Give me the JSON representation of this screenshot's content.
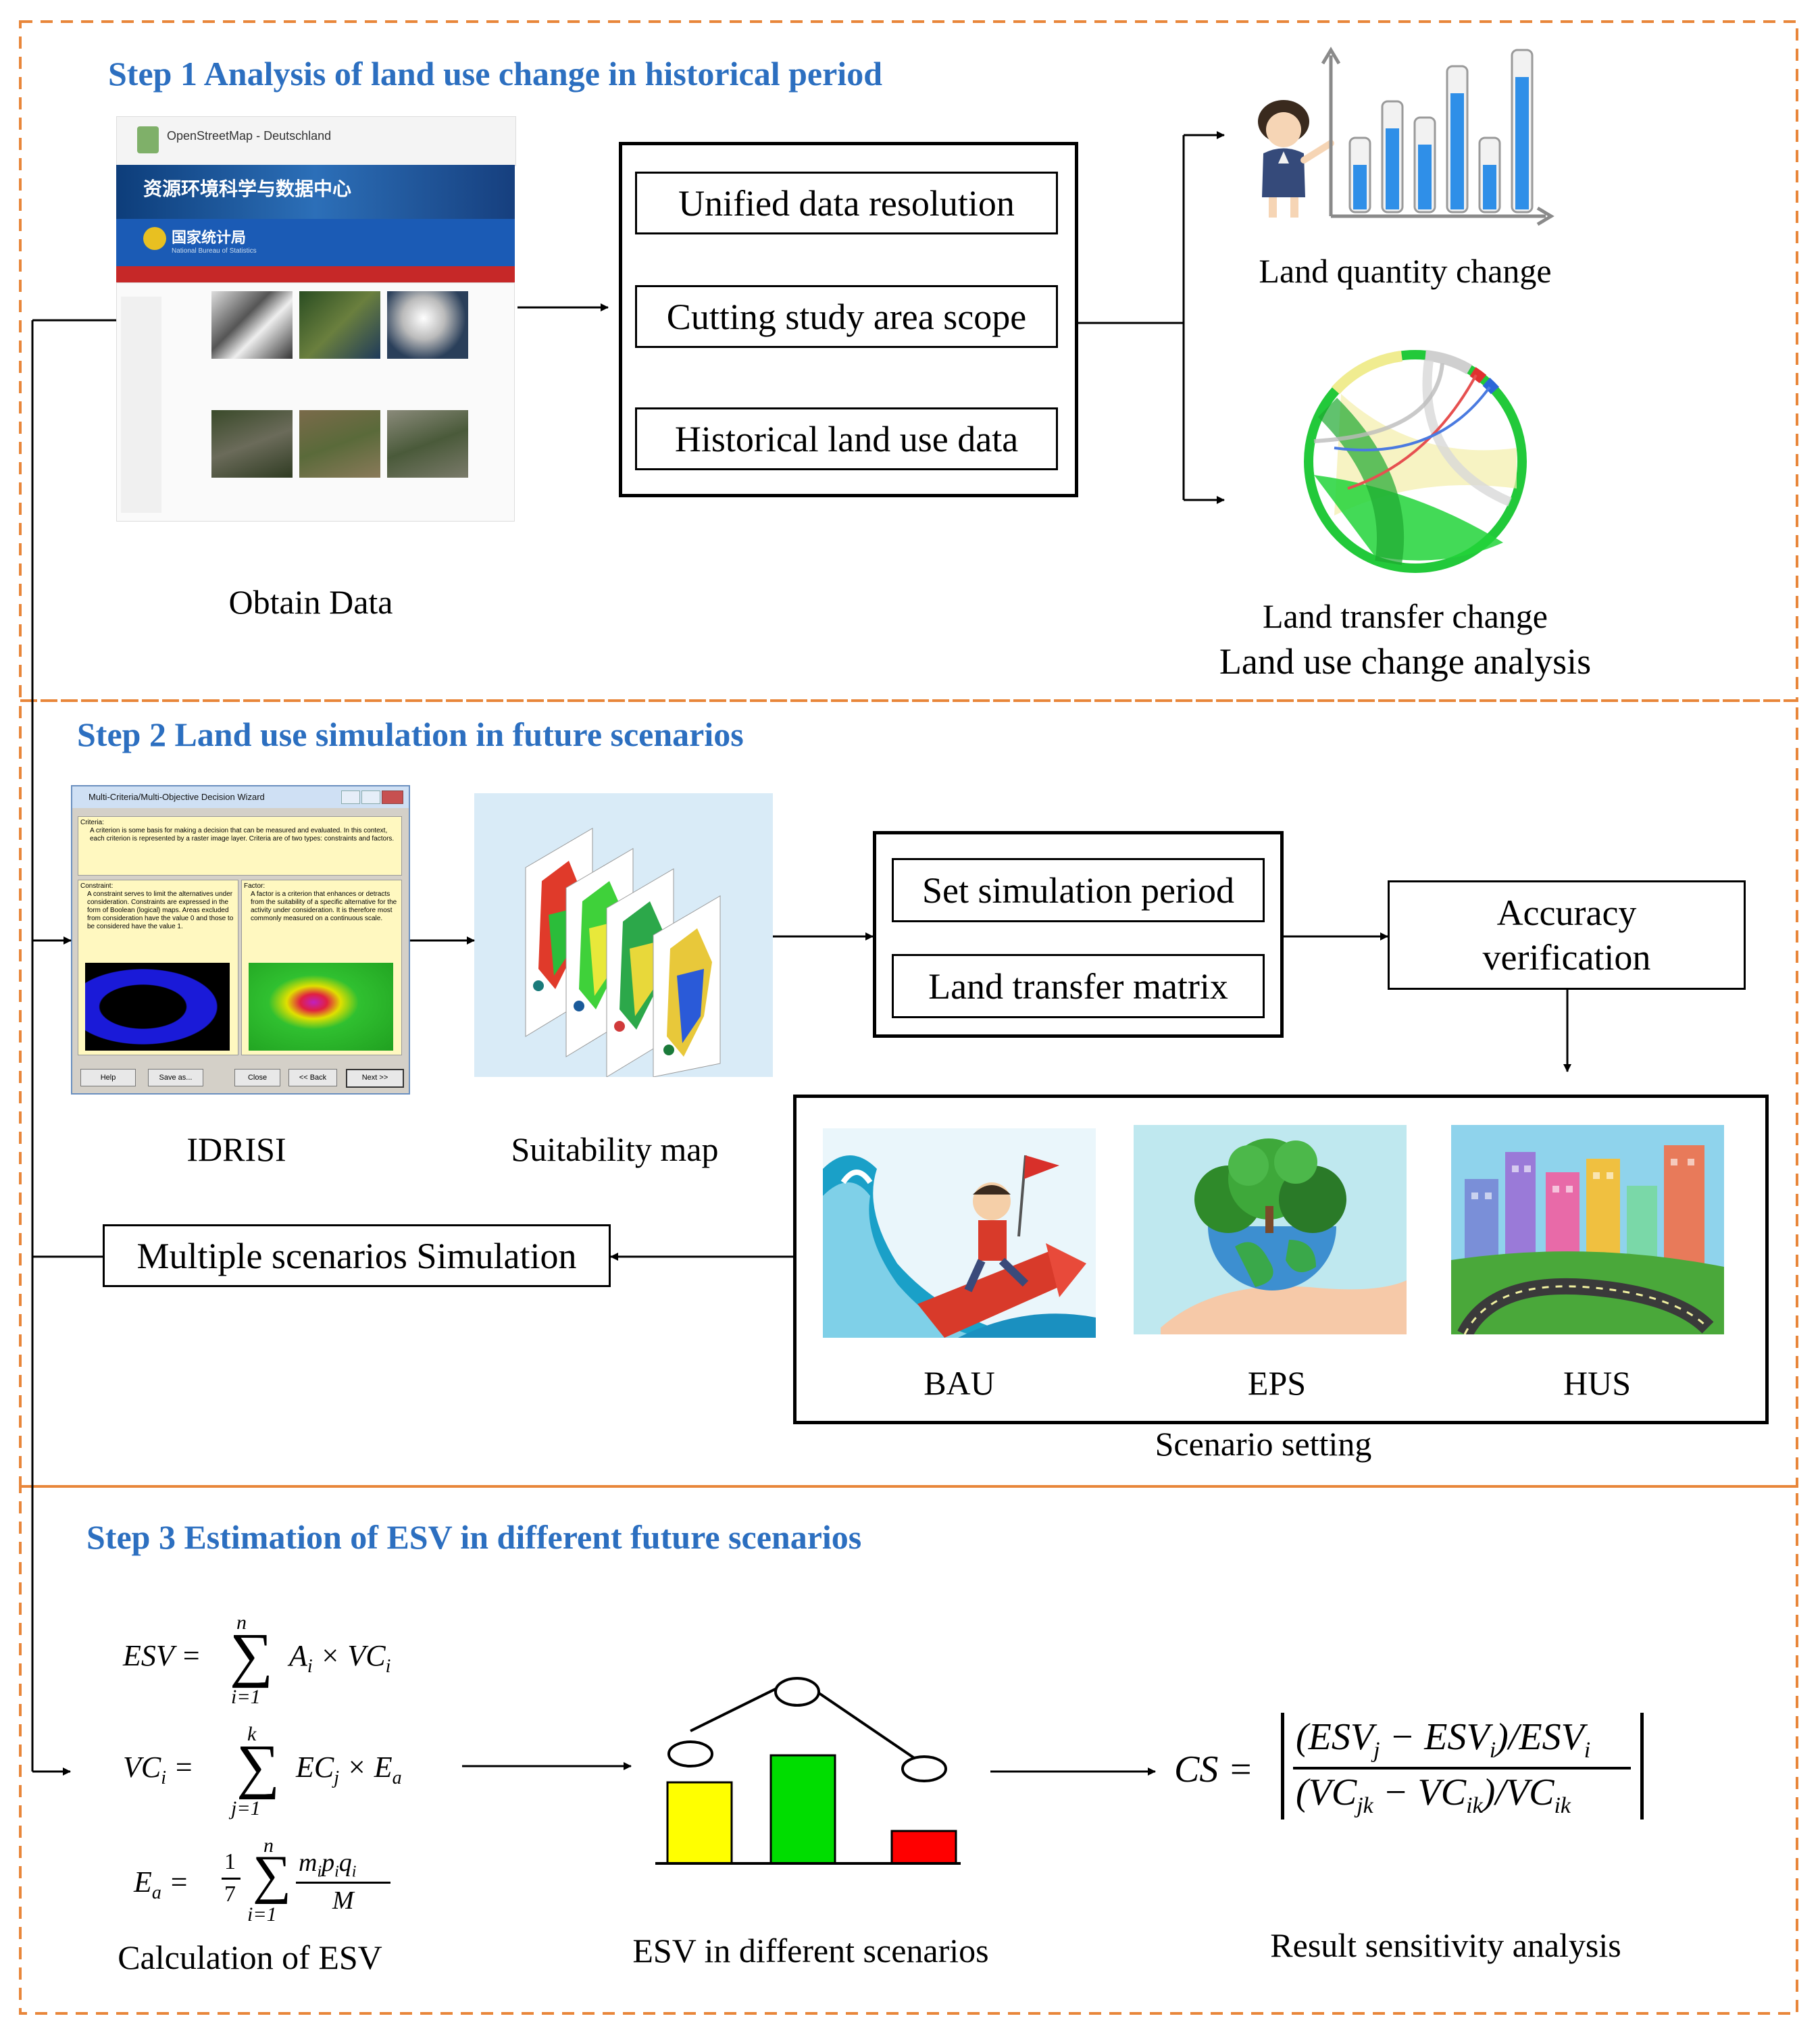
{
  "step1": {
    "title": "Step 1  Analysis of land use change in historical period",
    "obtain_data": "Obtain Data",
    "box_items": [
      "Unified data resolution",
      "Cutting study area scope",
      "Historical land use data"
    ],
    "land_quantity": "Land quantity change",
    "land_transfer": "Land transfer change",
    "land_use_analysis": "Land use change analysis",
    "screenshot": {
      "osm_title": "OpenStreetMap - Deutschland",
      "banner_cn": "资源环境科学与数据中心",
      "nbs_cn": "国家统计局",
      "nbs_en": "National Bureau of Statistics"
    },
    "bar_values": [
      0.35,
      0.62,
      0.5,
      0.88,
      0.35,
      1.0
    ]
  },
  "step2": {
    "title": "Step 2  Land use simulation in future scenarios",
    "idrisi": "IDRISI",
    "suitability": "Suitability map",
    "box_items": [
      "Set simulation period",
      "Land transfer matrix"
    ],
    "accuracy": [
      "Accuracy",
      "verification"
    ],
    "multiple": "Multiple scenarios Simulation",
    "scenarios": [
      "BAU",
      "EPS",
      "HUS"
    ],
    "scenario_setting": "Scenario setting",
    "wizard": {
      "title": "Multi-Criteria/Multi-Objective Decision Wizard",
      "criteria_head": "Criteria:",
      "criteria_text": "A criterion is some basis for making a decision that can be measured and evaluated. In this context, each criterion is represented by a raster image layer. Criteria are of two types: constraints and factors.",
      "constraint_head": "Constraint:",
      "constraint_text": "A constraint serves to limit the alternatives under consideration. Constraints are expressed in the form of Boolean (logical) maps. Areas excluded from consideration have the value 0 and those to be considered have the value 1.",
      "factor_head": "Factor:",
      "factor_text": "A factor is a criterion that enhances or detracts from the suitability of a specific alternative for the activity under consideration. It is therefore most commonly measured on a continuous scale.",
      "buttons": [
        "Help",
        "Save as...",
        "Close",
        "<< Back",
        "Next >>"
      ]
    }
  },
  "step3": {
    "title": "Step 3  Estimation of ESV in different future scenarios",
    "calc": "Calculation of ESV",
    "esv_scen": "ESV in different scenarios",
    "sensitivity": "Result sensitivity analysis",
    "esv_bars": [
      {
        "value": 0.75,
        "color": "#ffff00"
      },
      {
        "value": 1.0,
        "color": "#00dd00"
      },
      {
        "value": 0.3,
        "color": "#ff0000"
      }
    ]
  },
  "colors": {
    "step_title": "#2c6fc0",
    "dash": "#e8863a"
  }
}
